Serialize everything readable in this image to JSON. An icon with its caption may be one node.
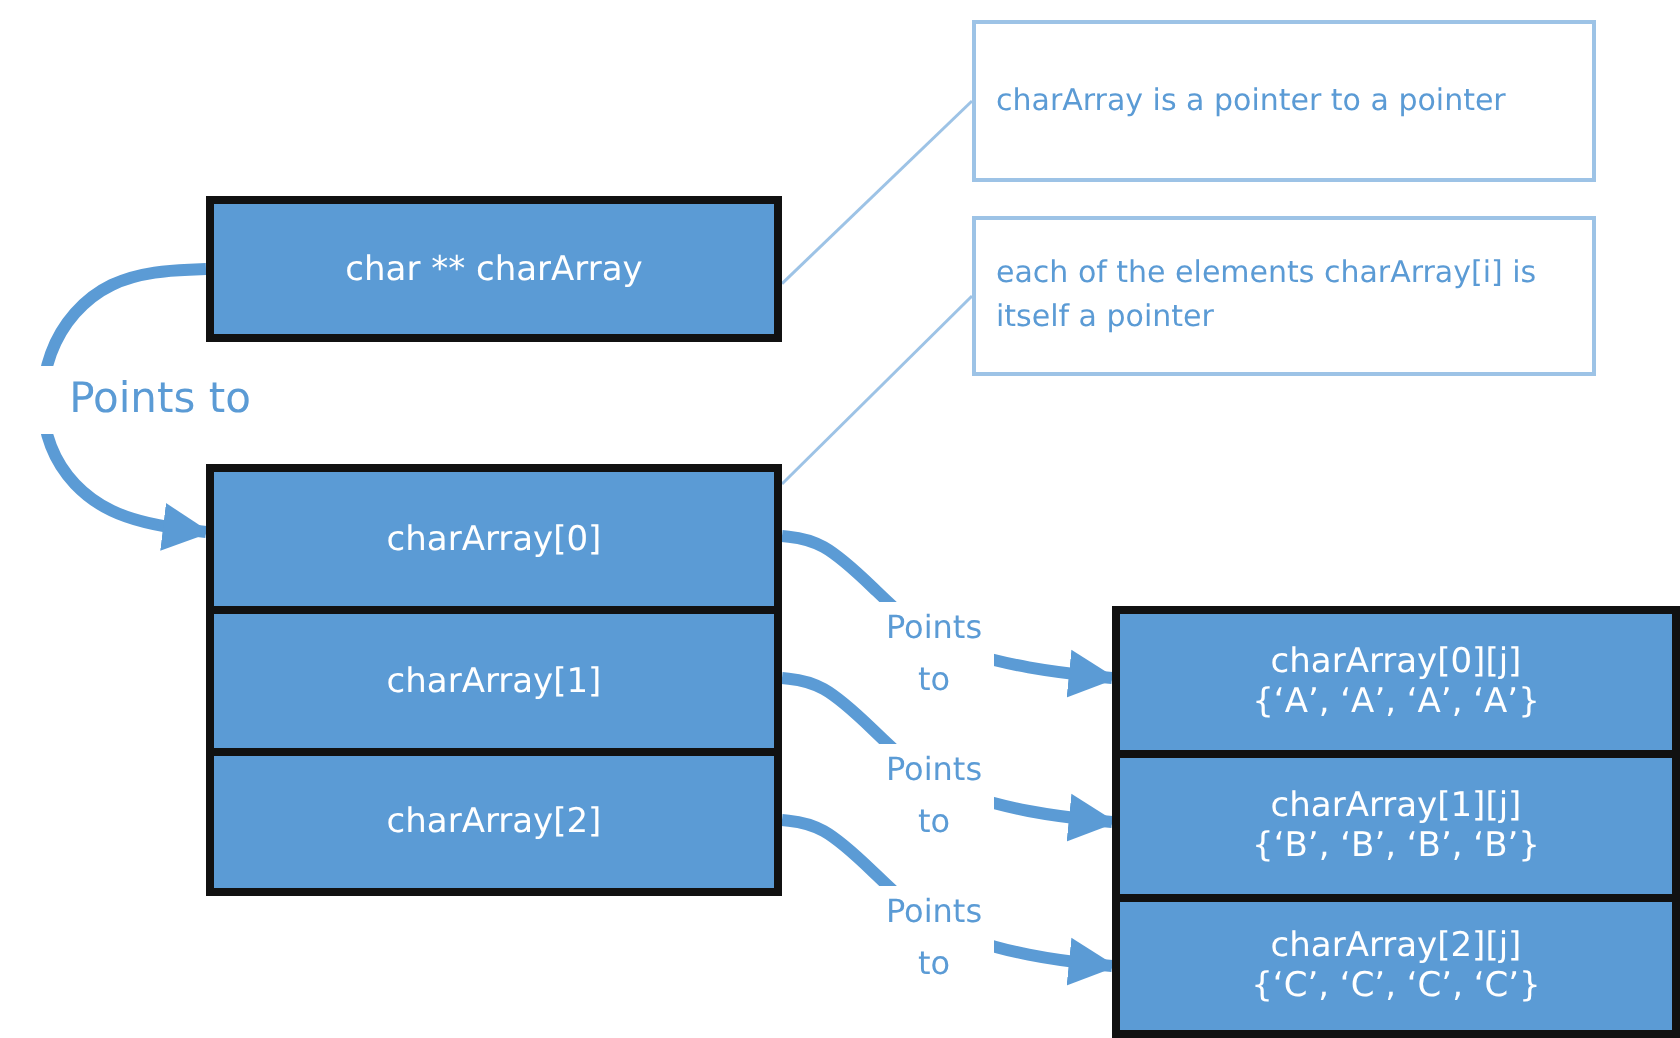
{
  "diagram": {
    "nodes": [
      {
        "text": [
          "char ** charArray"
        ]
      },
      {
        "text": [
          "charArray[0]"
        ]
      },
      {
        "text": [
          "charArray[1]"
        ]
      },
      {
        "text": [
          "charArray[2]"
        ]
      },
      {
        "text": [
          "charArray[0][j]",
          "{‘A’, ‘A’, ‘A’, ‘A’}"
        ]
      },
      {
        "text": [
          "charArray[1][j]",
          "{‘B’, ‘B’, ‘B’, ‘B’}"
        ]
      },
      {
        "text": [
          "charArray[2][j]",
          "{‘C’, ‘C’, ‘C’, ‘C’}"
        ]
      },
      {
        "text": [
          "charArray is a pointer to a pointer"
        ]
      },
      {
        "text": [
          "each of the elements charArray[i] is itself a pointer"
        ]
      }
    ],
    "edges": [
      {
        "from": 0,
        "to": 1,
        "arrow": "to",
        "label": "Points to"
      },
      {
        "from": 1,
        "to": 4,
        "arrow": "to",
        "label": "Points to"
      },
      {
        "from": 2,
        "to": 5,
        "arrow": "to",
        "label": "Points to"
      },
      {
        "from": 3,
        "to": 6,
        "arrow": "to",
        "label": "Points to"
      },
      {
        "from": 7,
        "to": 0,
        "arrow": "none"
      },
      {
        "from": 8,
        "to": 1,
        "arrow": "none"
      }
    ]
  }
}
